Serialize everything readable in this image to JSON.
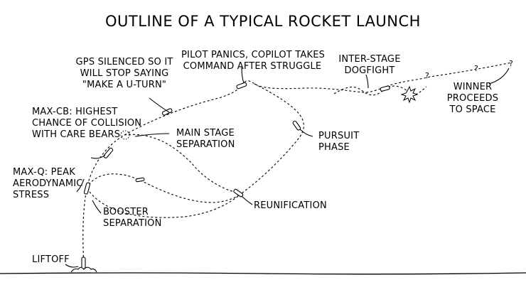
{
  "title": "OUTLINE OF A TYPICAL ROCKET LAUNCH",
  "labels": {
    "liftoff": "LIFTOFF",
    "max_q": [
      "MAX-Q: PEAK",
      "AERODYNAMIC",
      "STRESS"
    ],
    "max_cb": [
      "MAX-CB: HIGHEST",
      "CHANCE OF COLLISION",
      "WITH CARE BEARS"
    ],
    "gps": [
      "GPS SILENCED SO IT",
      "WILL STOP SAYING",
      "\"MAKE A U-TURN\""
    ],
    "pilot": [
      "PILOT PANICS, COPILOT TAKES",
      "COMMAND AFTER STRUGGLE"
    ],
    "inter_stage": [
      "INTER-STAGE",
      "DOGFIGHT"
    ],
    "winner": [
      "WINNER",
      "PROCEEDS",
      "TO SPACE"
    ],
    "main_stage": [
      "MAIN STAGE",
      "SEPARATION"
    ],
    "pursuit": [
      "PURSUIT",
      "PHASE"
    ],
    "booster": [
      "BOOSTER",
      "SEPARATION"
    ],
    "reunification": "REUNIFICATION"
  },
  "question_mark": "?"
}
